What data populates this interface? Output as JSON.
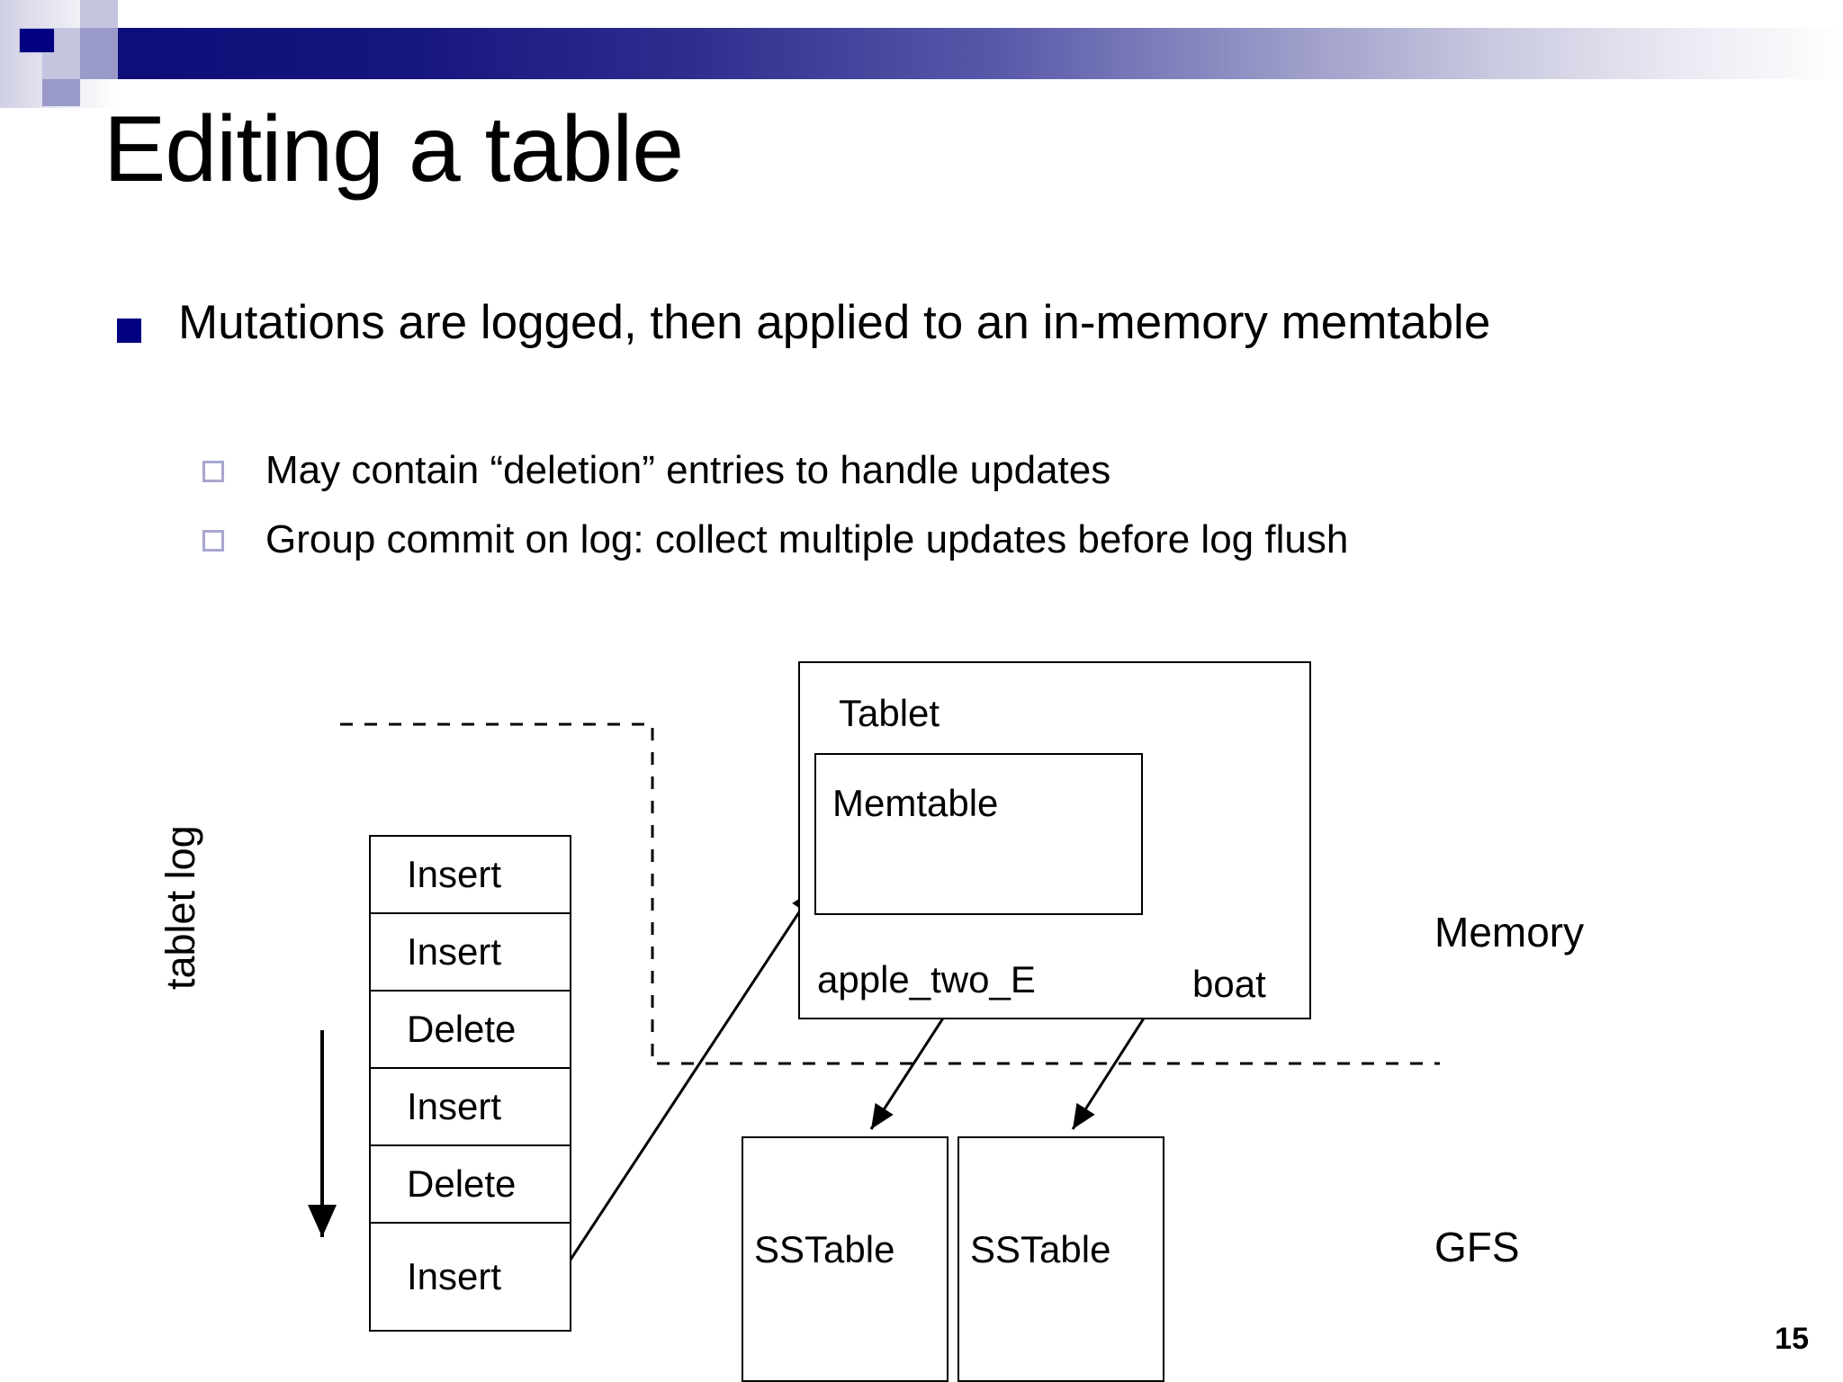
{
  "slide": {
    "title": "Editing a table",
    "page_number": "15"
  },
  "bullets": {
    "level1": "Mutations are logged, then applied to an in-memory memtable",
    "level2": [
      "May contain “deletion” entries to handle updates",
      "Group commit on log: collect multiple updates before log flush"
    ]
  },
  "diagram": {
    "tablet_log_label": "tablet log",
    "log_entries": [
      "Insert",
      "Insert",
      "Delete",
      "Insert",
      "Delete",
      "Insert"
    ],
    "tablet_label": "Tablet",
    "memtable_label": "Memtable",
    "sstable_keys": [
      "apple_two_E",
      "boat"
    ],
    "sstable_labels": [
      "SSTable",
      "SSTable"
    ],
    "tier_labels": {
      "memory": "Memory",
      "gfs": "GFS"
    }
  },
  "colors": {
    "accent_dark": "#000080",
    "accent_mid": "#9a9ac8",
    "accent_light": "#c5c5e0",
    "text": "#000000",
    "background": "#ffffff"
  }
}
